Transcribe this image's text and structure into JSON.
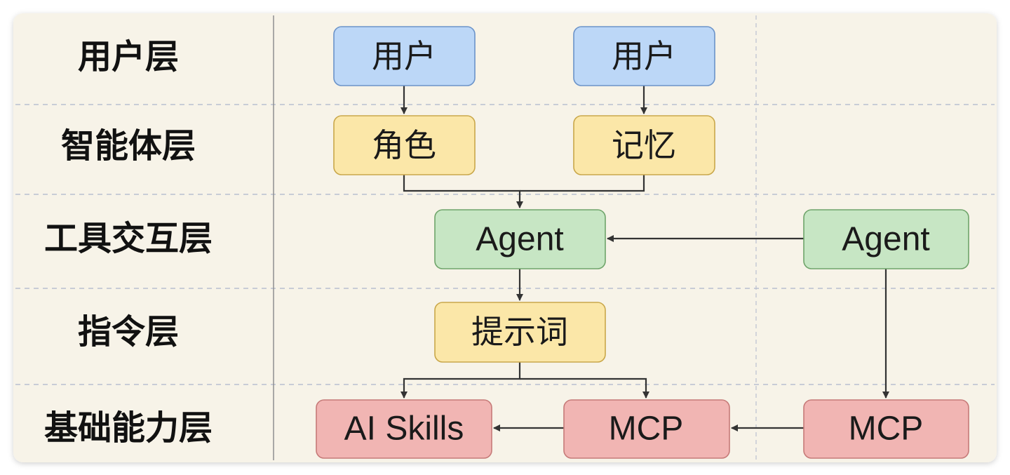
{
  "colors": {
    "background": "#f7f3e8",
    "grid_line": "#b9bfd0",
    "column_divider": "#8f8f8f",
    "arrow": "#333333",
    "user_fill": "#bcd7f7",
    "user_stroke": "#6b93c9",
    "yellow_fill": "#fbe7a8",
    "yellow_stroke": "#c9a74a",
    "green_fill": "#c7e6c4",
    "green_stroke": "#6fa46a",
    "red_fill": "#f1b5b3",
    "red_stroke": "#c67a78"
  },
  "layers": [
    {
      "id": "user",
      "label": "用户层"
    },
    {
      "id": "agent",
      "label": "智能体层"
    },
    {
      "id": "tool",
      "label": "工具交互层"
    },
    {
      "id": "instruction",
      "label": "指令层"
    },
    {
      "id": "foundation",
      "label": "基础能力层"
    }
  ],
  "nodes": {
    "user_1": {
      "label": "用户",
      "style": "user"
    },
    "user_2": {
      "label": "用户",
      "style": "user"
    },
    "role": {
      "label": "角色",
      "style": "yellow"
    },
    "memory": {
      "label": "记忆",
      "style": "yellow"
    },
    "agent_1": {
      "label": "Agent",
      "style": "green"
    },
    "agent_2": {
      "label": "Agent",
      "style": "green"
    },
    "prompt": {
      "label": "提示词",
      "style": "yellow"
    },
    "ai_skills": {
      "label": "AI Skills",
      "style": "red"
    },
    "mcp_1": {
      "label": "MCP",
      "style": "red"
    },
    "mcp_2": {
      "label": "MCP",
      "style": "red"
    }
  },
  "edges": [
    {
      "from": "user_1",
      "to": "role"
    },
    {
      "from": "user_2",
      "to": "memory"
    },
    {
      "from": "role",
      "to": "agent_1"
    },
    {
      "from": "memory",
      "to": "agent_1"
    },
    {
      "from": "agent_2",
      "to": "agent_1"
    },
    {
      "from": "agent_1",
      "to": "prompt"
    },
    {
      "from": "prompt",
      "to": "ai_skills"
    },
    {
      "from": "prompt",
      "to": "mcp_1"
    },
    {
      "from": "agent_2",
      "to": "mcp_2"
    },
    {
      "from": "mcp_1",
      "to": "ai_skills"
    },
    {
      "from": "mcp_2",
      "to": "mcp_1"
    }
  ]
}
